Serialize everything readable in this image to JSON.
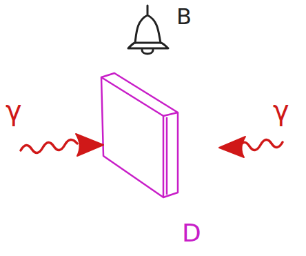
{
  "diagram": {
    "labels": [
      "B",
      "γ",
      "γ",
      "D"
    ]
  }
}
